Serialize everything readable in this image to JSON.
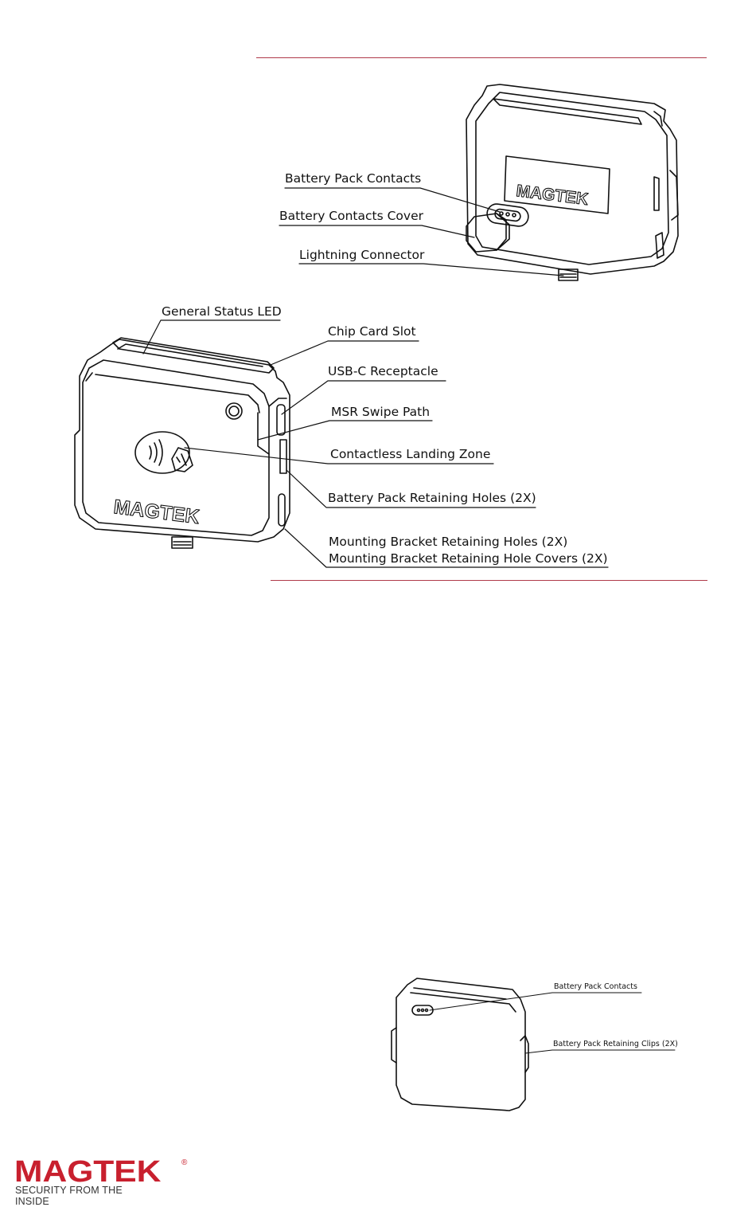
{
  "figure_top": {
    "callouts": [
      "Battery Pack Contacts",
      "Battery Contacts Cover",
      "Lightning Connector"
    ],
    "device_logo": "MAGTEK"
  },
  "figure_front": {
    "callouts": [
      "General Status LED",
      "Chip Card Slot",
      "USB-C Receptacle",
      "MSR Swipe Path",
      "Contactless Landing Zone",
      "Battery Pack Retaining Holes (2X)",
      "Mounting Bracket Retaining Holes  (2X)",
      "Mounting Bracket Retaining Hole Covers (2X)"
    ],
    "device_logo": "MAGTEK"
  },
  "figure_battery": {
    "callouts": [
      "Battery Pack Contacts",
      "Battery Pack Retaining Clips (2X)"
    ]
  },
  "footer": {
    "brand": "MAGTEK",
    "registered": "®",
    "tagline": "SECURITY FROM THE INSIDE"
  },
  "colors": {
    "rule": "#b03a4a",
    "brand_red": "#c8202e"
  }
}
